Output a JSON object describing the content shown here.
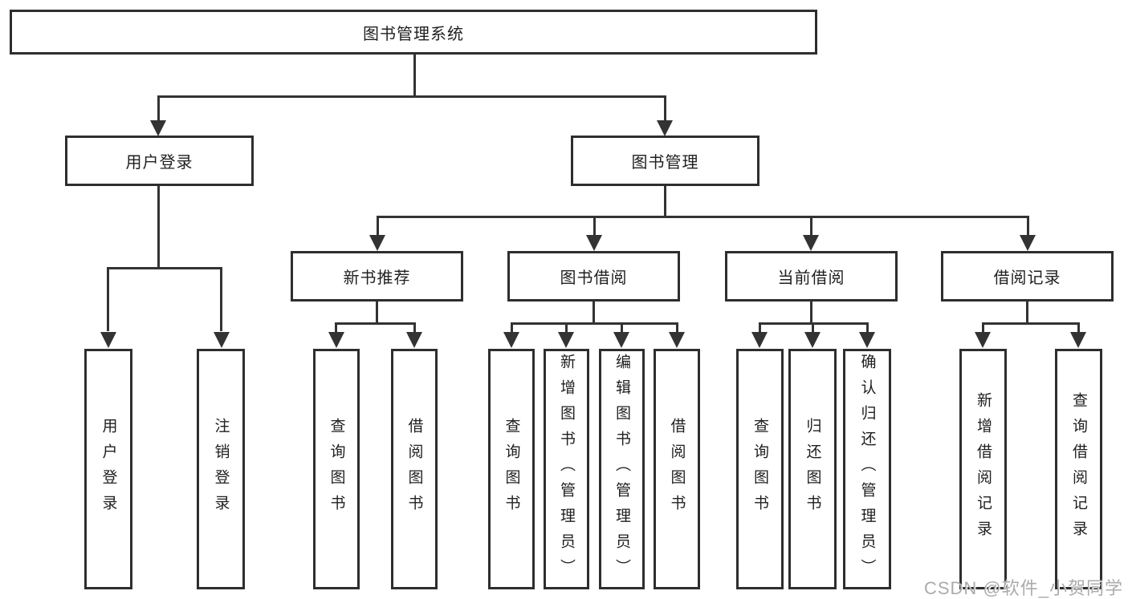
{
  "root": {
    "label": "图书管理系统"
  },
  "level2": [
    {
      "label": "用户登录",
      "leaves": [
        {
          "label": "用户登录"
        },
        {
          "label": "注销登录"
        }
      ]
    },
    {
      "label": "图书管理",
      "children": [
        {
          "label": "新书推荐",
          "leaves": [
            {
              "label": "查询图书"
            },
            {
              "label": "借阅图书"
            }
          ]
        },
        {
          "label": "图书借阅",
          "leaves": [
            {
              "label": "查询图书"
            },
            {
              "label": "新增图书（管理员）"
            },
            {
              "label": "编辑图书（管理员）"
            },
            {
              "label": "借阅图书"
            }
          ]
        },
        {
          "label": "当前借阅",
          "leaves": [
            {
              "label": "查询图书"
            },
            {
              "label": "归还图书"
            },
            {
              "label": "确认归还（管理员）"
            }
          ]
        },
        {
          "label": "借阅记录",
          "leaves": [
            {
              "label": "新增借阅记录"
            },
            {
              "label": "查询借阅记录"
            }
          ]
        }
      ]
    }
  ],
  "watermark": {
    "text": "CSDN @软件_小贺同学"
  },
  "colors": {
    "line": "#333333",
    "box_border": "#2e2e2e",
    "text": "#1f1f1f",
    "watermark": "#ababab",
    "background": "#ffffff"
  }
}
